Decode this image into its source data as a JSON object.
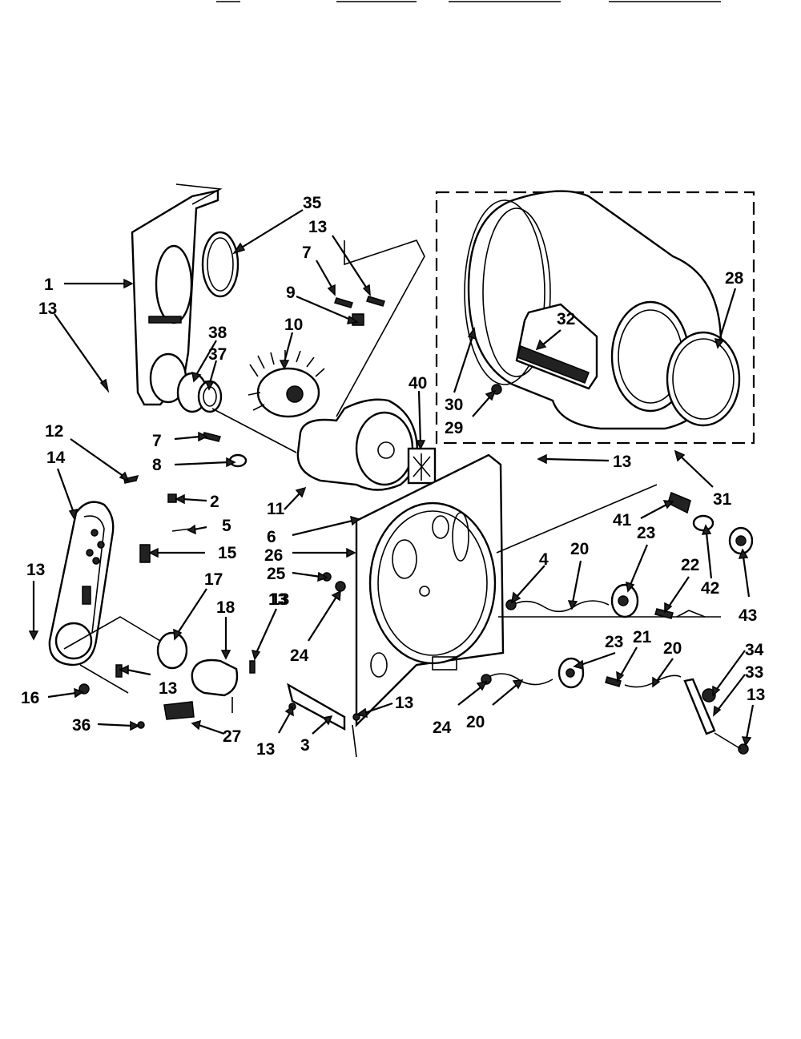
{
  "labels": {
    "l1": "1",
    "l2": "2",
    "l3": "3",
    "l4": "4",
    "l5": "5",
    "l6": "6",
    "l7": "7",
    "l8": "8",
    "l9": "9",
    "l10": "10",
    "l11": "11",
    "l12": "12",
    "l13": "13",
    "l14": "14",
    "l15": "15",
    "l16": "16",
    "l17": "17",
    "l18": "18",
    "l20": "20",
    "l21": "21",
    "l22": "22",
    "l23": "23",
    "l24": "24",
    "l25": "25",
    "l26": "26",
    "l27": "27",
    "l28": "28",
    "l29": "29",
    "l30": "30",
    "l31": "31",
    "l32": "32",
    "l33": "33",
    "l34": "34",
    "l35": "35",
    "l36": "36",
    "l37": "37",
    "l38": "38",
    "l40": "40",
    "l41": "41",
    "l42": "42",
    "l43": "43"
  }
}
